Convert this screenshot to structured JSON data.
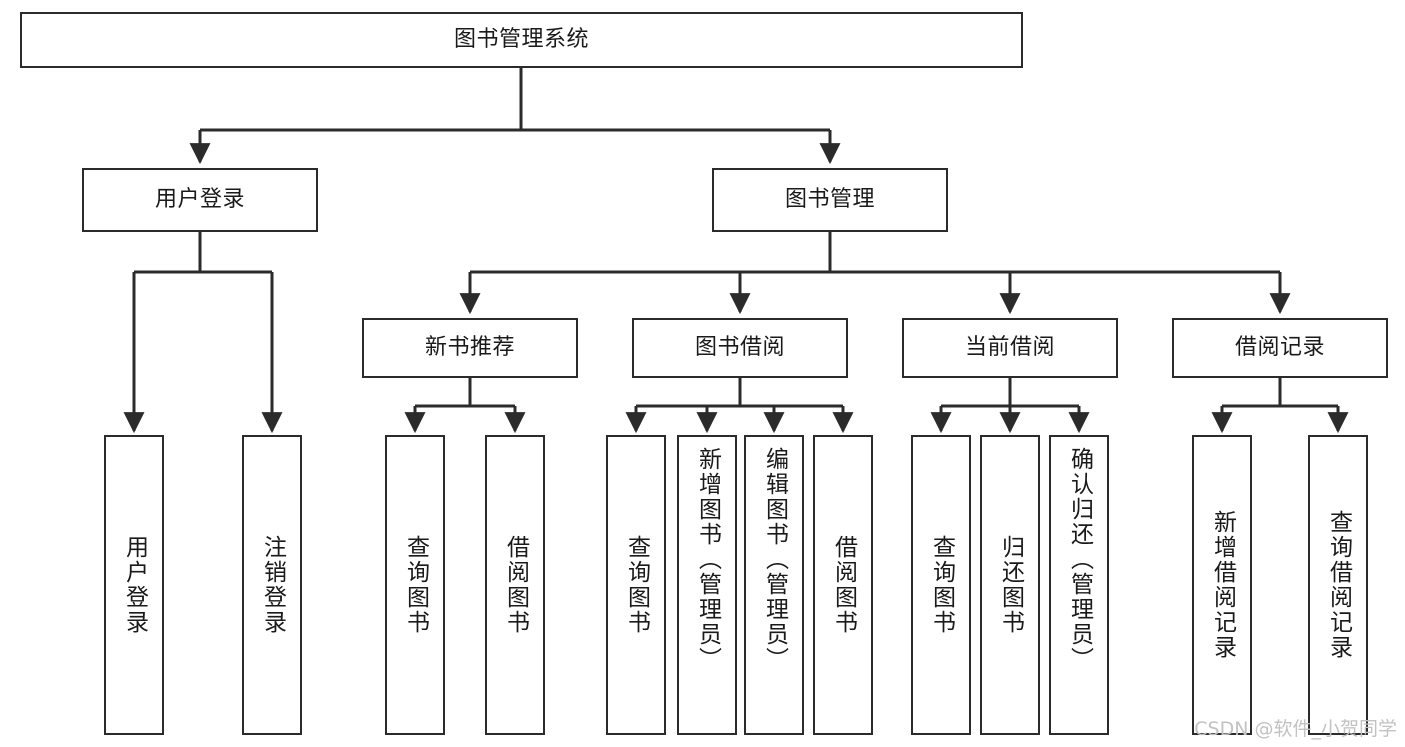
{
  "diagram": {
    "title": "图书管理系统",
    "type": "tree-hierarchy",
    "watermark": "CSDN @软件_小贺同学",
    "colors": {
      "box_border": "#2b2b2b",
      "box_fill": "#ffffff",
      "connector": "#2b2b2b",
      "text": "#1a1a1a",
      "watermark": "#c2c2c2",
      "background": "#ffffff"
    },
    "root": {
      "label": "图书管理系统"
    },
    "level2": [
      {
        "id": "user-login",
        "label": "用户登录"
      },
      {
        "id": "book-manage",
        "label": "图书管理"
      }
    ],
    "level3": [
      {
        "id": "new-book-recommend",
        "label": "新书推荐",
        "parent": "book-manage"
      },
      {
        "id": "book-borrow",
        "label": "图书借阅",
        "parent": "book-manage"
      },
      {
        "id": "current-borrow",
        "label": "当前借阅",
        "parent": "book-manage"
      },
      {
        "id": "borrow-record",
        "label": "借阅记录",
        "parent": "book-manage"
      }
    ],
    "leaves": {
      "user-login": [
        {
          "id": "leaf-user-login",
          "label": "用户登录"
        },
        {
          "id": "leaf-logout-login",
          "label": "注销登录"
        }
      ],
      "new-book-recommend": [
        {
          "id": "leaf-query-book-1",
          "label": "查询图书"
        },
        {
          "id": "leaf-borrow-book-1",
          "label": "借阅图书"
        }
      ],
      "book-borrow": [
        {
          "id": "leaf-query-book-2",
          "label": "查询图书"
        },
        {
          "id": "leaf-add-book",
          "label": "新增图书（管理员）"
        },
        {
          "id": "leaf-edit-book",
          "label": "编辑图书（管理员）"
        },
        {
          "id": "leaf-borrow-book-2",
          "label": "借阅图书"
        }
      ],
      "current-borrow": [
        {
          "id": "leaf-query-book-3",
          "label": "查询图书"
        },
        {
          "id": "leaf-return-book",
          "label": "归还图书"
        },
        {
          "id": "leaf-confirm-return",
          "label": "确认归还（管理员）"
        }
      ],
      "borrow-record": [
        {
          "id": "leaf-add-record",
          "label": "新增借阅记录"
        },
        {
          "id": "leaf-query-record",
          "label": "查询借阅记录"
        }
      ]
    }
  }
}
